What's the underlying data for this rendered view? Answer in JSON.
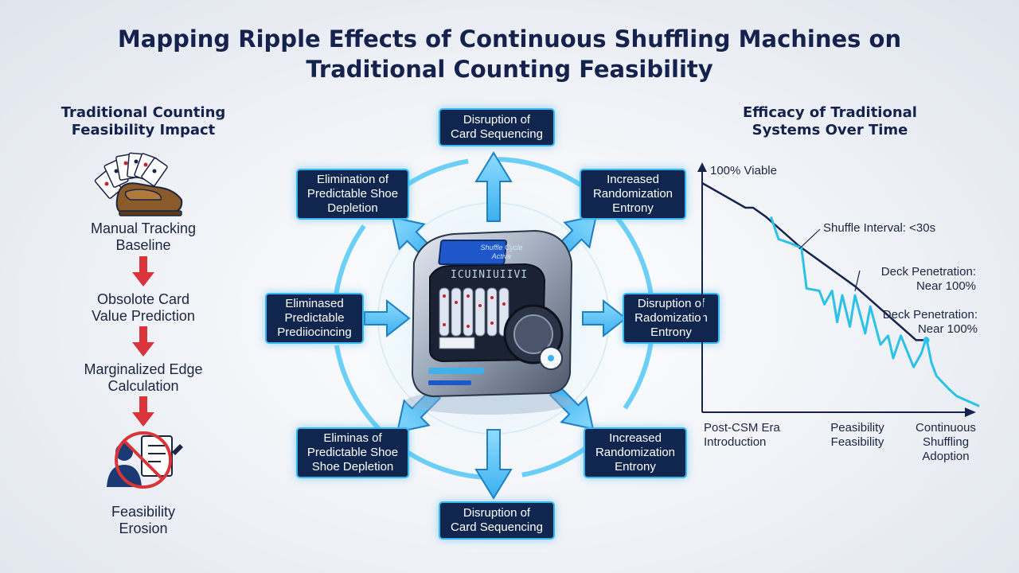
{
  "title": {
    "line1": "Mapping Ripple Effects of Continuous Shuffling Machines on",
    "line2": "Traditional Counting Feasibility"
  },
  "left": {
    "heading": [
      "Traditional Counting",
      "Feasibility Impact"
    ],
    "steps": [
      [
        "Manual Tracking",
        "Baseline"
      ],
      [
        "Obsolote Card",
        "Value Prediction"
      ],
      [
        "Marginalized Edge",
        "Calculation"
      ],
      [
        "Feasibility",
        "Erosion"
      ]
    ],
    "arrow_color": "#d9343a"
  },
  "machine": {
    "screen_text": [
      "Shuffle Cycle",
      "Active"
    ],
    "body_text": "ICUINIUIIVI"
  },
  "nodes": [
    {
      "id": "top",
      "lines": [
        "Disruption of",
        "Card Sequencing"
      ]
    },
    {
      "id": "top-left",
      "lines": [
        "Elimination of",
        "Predictable Shoe",
        "Depletion"
      ]
    },
    {
      "id": "top-right",
      "lines": [
        "Increased",
        "Randomization",
        "Entrony"
      ]
    },
    {
      "id": "left",
      "lines": [
        "Eliminased",
        "Predictable",
        "Prediiocincing"
      ]
    },
    {
      "id": "right",
      "lines": [
        "Disruption of",
        "Radomization",
        "Entrony"
      ]
    },
    {
      "id": "bottom-left",
      "lines": [
        "Eliminas of",
        "Predictable Shoe",
        "Shoe Depletion"
      ]
    },
    {
      "id": "bottom-right",
      "lines": [
        "Increased",
        "Randomization",
        "Entrony"
      ]
    },
    {
      "id": "bottom",
      "lines": [
        "Disruption of",
        "Card Sequencing"
      ]
    }
  ],
  "accent": "#3ab7f0",
  "node_fill": "#10264f",
  "chart_data": {
    "type": "line",
    "title": [
      "Efficacy of Traditional",
      "Systems Over Time"
    ],
    "y_top_label": "100% Viable",
    "x_labels": [
      [
        "Post-CSM Era",
        "Introduction"
      ],
      [
        "Peasibility",
        "Feasibility"
      ],
      [
        "Continuous",
        "Shuffling",
        "Adoption"
      ]
    ],
    "annotations": [
      {
        "lines": [
          "Shuffle Interval: <30s"
        ]
      },
      {
        "lines": [
          "Deck Penetration:",
          "Near 100%"
        ]
      },
      {
        "lines": [
          "Deck Penetration:",
          "Near 100%"
        ]
      }
    ],
    "xlim": [
      0,
      100
    ],
    "ylim": [
      0,
      100
    ],
    "series": [
      {
        "color": "#16234f",
        "x": [
          0,
          17,
          20,
          25,
          38,
          60,
          72,
          84,
          88
        ],
        "y": [
          100,
          89,
          89,
          85,
          72,
          54,
          42,
          30,
          30
        ]
      },
      {
        "color": "#2cc1e6",
        "x": [
          27,
          30,
          35,
          39,
          41,
          46,
          48,
          51,
          53,
          55,
          58,
          60,
          64,
          66,
          70,
          73,
          75,
          78,
          83,
          86,
          88,
          90,
          92,
          97,
          100,
          110
        ],
        "y": [
          85,
          75,
          73,
          71,
          53,
          52,
          46,
          52,
          38,
          50,
          36,
          50,
          33,
          45,
          28,
          32,
          22,
          32,
          18,
          24,
          31,
          20,
          14,
          8,
          5,
          0
        ]
      }
    ]
  }
}
